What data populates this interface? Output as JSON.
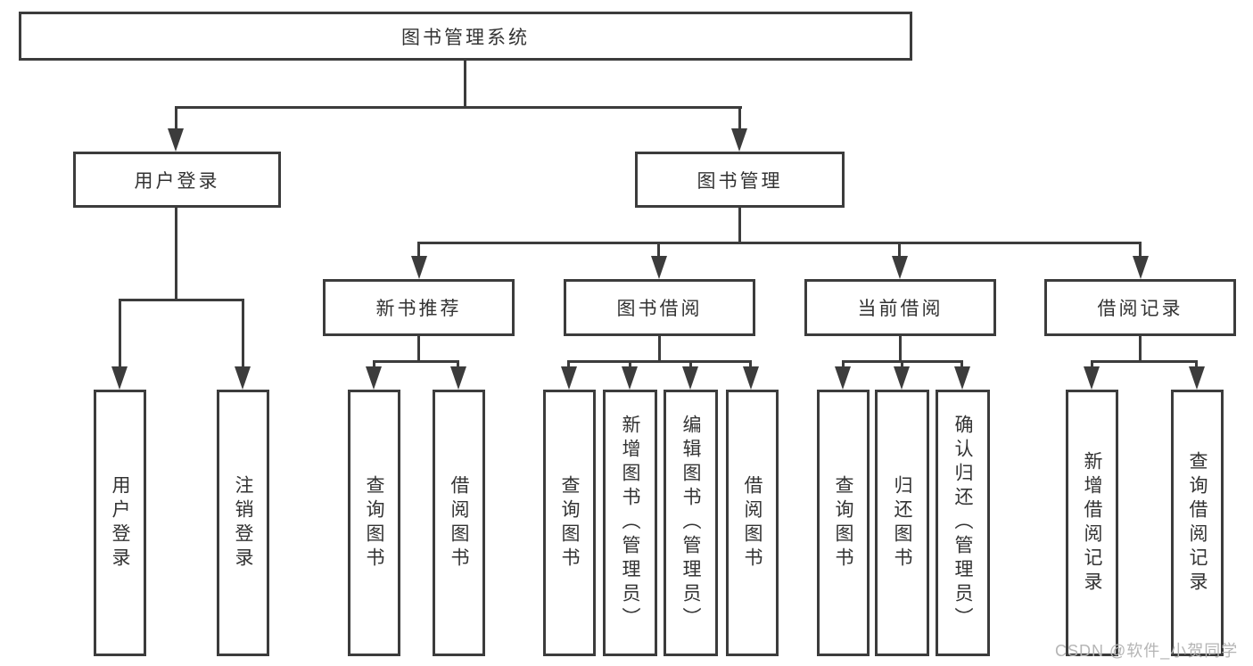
{
  "diagram": {
    "root": {
      "label": "图书管理系统"
    },
    "level2": [
      {
        "label": "用户登录"
      },
      {
        "label": "图书管理"
      }
    ],
    "level3": [
      {
        "label": "新书推荐"
      },
      {
        "label": "图书借阅"
      },
      {
        "label": "当前借阅"
      },
      {
        "label": "借阅记录"
      }
    ],
    "leaves": [
      {
        "label": "用户登录",
        "parent": "用户登录"
      },
      {
        "label": "注销登录",
        "parent": "用户登录"
      },
      {
        "label": "查询图书",
        "parent": "新书推荐"
      },
      {
        "label": "借阅图书",
        "parent": "新书推荐"
      },
      {
        "label": "查询图书",
        "parent": "图书借阅"
      },
      {
        "label": "新增图书（管理员）",
        "parent": "图书借阅"
      },
      {
        "label": "编辑图书（管理员）",
        "parent": "图书借阅"
      },
      {
        "label": "借阅图书",
        "parent": "图书借阅"
      },
      {
        "label": "查询图书",
        "parent": "当前借阅"
      },
      {
        "label": "归还图书",
        "parent": "当前借阅"
      },
      {
        "label": "确认归还（管理员）",
        "parent": "当前借阅"
      },
      {
        "label": "新增借阅记录",
        "parent": "借阅记录"
      },
      {
        "label": "查询借阅记录",
        "parent": "借阅记录"
      }
    ]
  },
  "watermark": "CSDN @软件_小贺同学",
  "colors": {
    "line": "#3c3c3c",
    "text": "#333333",
    "watermark": "#b5b5b5",
    "background": "#ffffff"
  }
}
